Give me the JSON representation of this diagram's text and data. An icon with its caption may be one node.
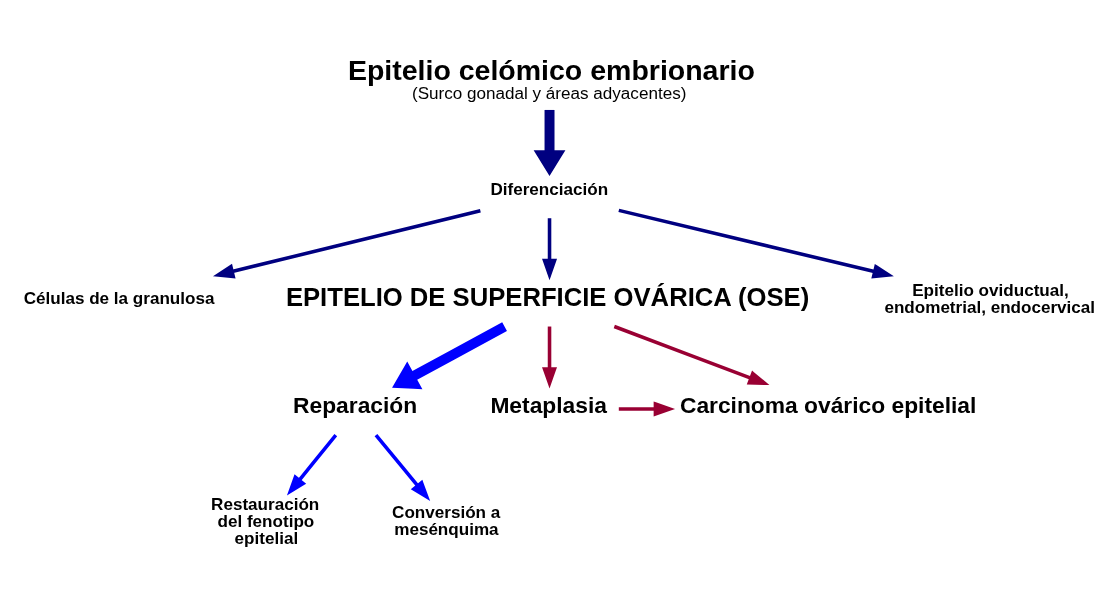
{
  "diagram": {
    "nodes": [
      {
        "text": [
          "Epitelio celómico embrionario",
          "(Surco gonadal y áreas adyacentes)"
        ]
      },
      {
        "text": [
          "Diferenciación"
        ]
      },
      {
        "text": [
          "Células de la granulosa"
        ]
      },
      {
        "text": [
          "EPITELIO DE SUPERFICIE OVÁRICA (OSE)"
        ]
      },
      {
        "text": [
          "Epitelio oviductual, endometrial, endocervical"
        ]
      },
      {
        "text": [
          "Reparación"
        ]
      },
      {
        "text": [
          "Metaplasia"
        ]
      },
      {
        "text": [
          "Carcinoma ovárico epitelial"
        ]
      },
      {
        "text": [
          "Restauración del fenotipo epitelial"
        ]
      },
      {
        "text": [
          "Conversión a mesénquima"
        ]
      }
    ],
    "edges": [
      {
        "from": 0,
        "to": 1,
        "arrow": "to",
        "style": "thick",
        "color": "#000080"
      },
      {
        "from": 1,
        "to": 2,
        "arrow": "to",
        "color": "#000080"
      },
      {
        "from": 1,
        "to": 3,
        "arrow": "to",
        "color": "#000080"
      },
      {
        "from": 1,
        "to": 4,
        "arrow": "to",
        "color": "#000080"
      },
      {
        "from": 3,
        "to": 5,
        "arrow": "to",
        "style": "thick",
        "color": "#0000ff"
      },
      {
        "from": 3,
        "to": 6,
        "arrow": "to",
        "color": "#990033"
      },
      {
        "from": 3,
        "to": 7,
        "arrow": "to",
        "color": "#990033"
      },
      {
        "from": 6,
        "to": 7,
        "arrow": "to",
        "color": "#990033"
      },
      {
        "from": 5,
        "to": 8,
        "arrow": "to",
        "color": "#0000ff"
      },
      {
        "from": 5,
        "to": 9,
        "arrow": "to",
        "color": "#0000ff"
      }
    ]
  }
}
